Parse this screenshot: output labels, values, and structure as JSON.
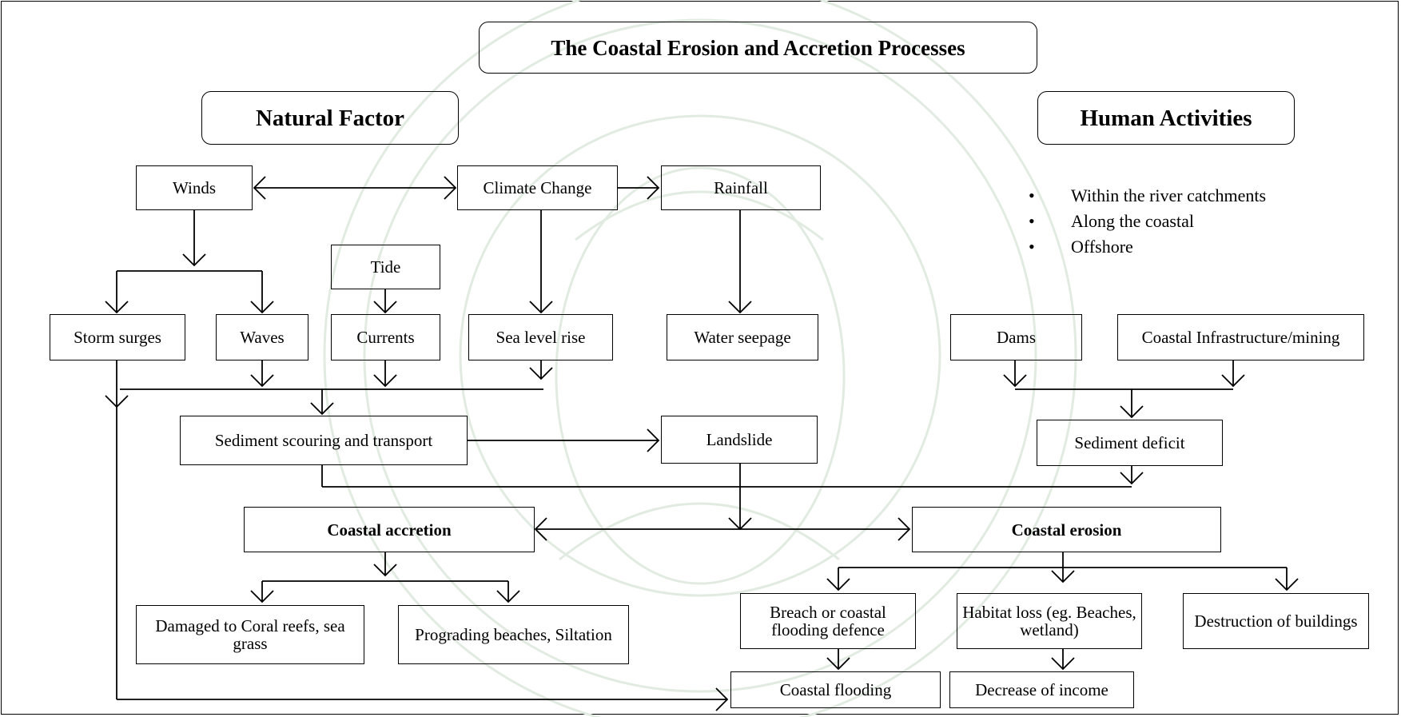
{
  "title": "The Coastal Erosion and Accretion Processes",
  "natural_header": "Natural Factor",
  "human_header": "Human Activities",
  "nodes": {
    "winds": "Winds",
    "climate_change": "Climate Change",
    "rainfall": "Rainfall",
    "tide": "Tide",
    "storm_surges": "Storm surges",
    "waves": "Waves",
    "currents": "Currents",
    "sea_level_rise": "Sea level rise",
    "water_seepage": "Water seepage",
    "sediment_scouring": "Sediment scouring and transport",
    "landslide": "Landslide",
    "coastal_accretion": "Coastal accretion",
    "coastal_erosion": "Coastal erosion",
    "damaged_coral": "Damaged to Coral reefs, sea grass",
    "prograding": "Prograding beaches, Siltation",
    "breach": "Breach or coastal flooding defence",
    "habitat_loss": "Habitat loss (eg. Beaches, wetland)",
    "destruction": "Destruction of buildings",
    "coastal_flooding": "Coastal flooding",
    "decrease_income": "Decrease of income",
    "dams": "Dams",
    "coastal_infra": "Coastal Infrastructure/mining",
    "sediment_deficit": "Sediment deficit"
  },
  "human_activities": [
    "Within the river catchments",
    "Along the coastal",
    "Offshore"
  ],
  "colors": {
    "line": "#000000",
    "watermark": "#e3ece3"
  }
}
